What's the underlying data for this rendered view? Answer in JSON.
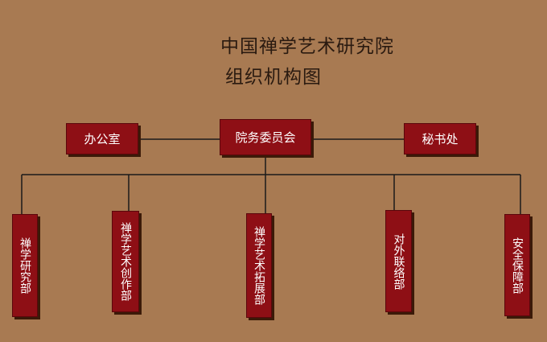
{
  "title": {
    "line1": "中国禅学艺术研究院",
    "line2": "组织机构图"
  },
  "top_row": {
    "office": "办公室",
    "committee": "院务委员会",
    "secretariat": "秘书处"
  },
  "departments": [
    "禅学研究部",
    "禅学艺术创作部",
    "禅学艺术拓展部",
    "对外联络部",
    "安全保障部"
  ],
  "colors": {
    "background": "#a87a52",
    "box_fill": "#8e0f15",
    "box_text": "#ffffff",
    "line": "#1a1a1a"
  }
}
